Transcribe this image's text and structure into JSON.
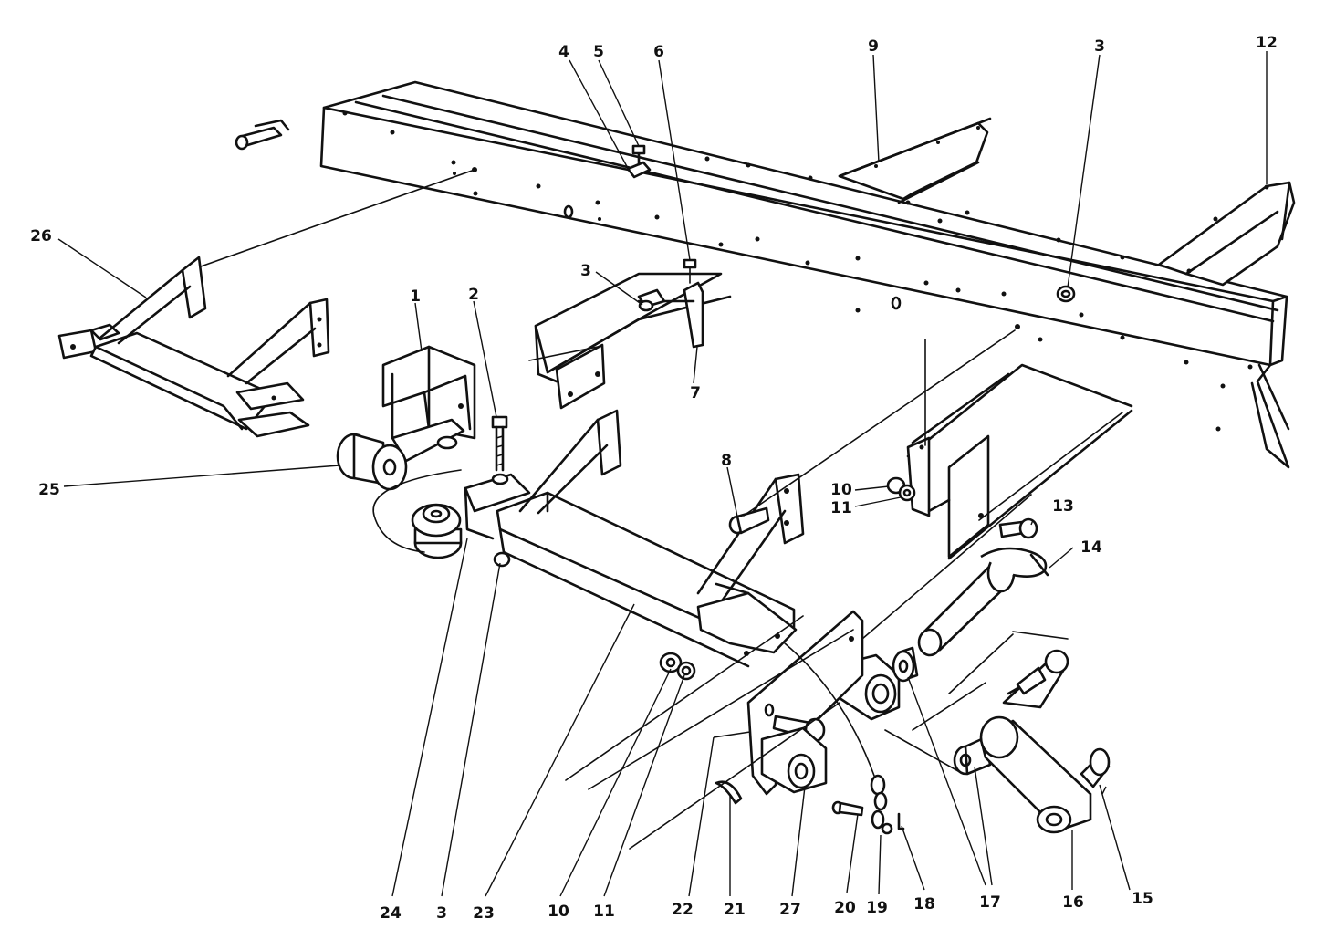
{
  "callouts": {
    "c1": "1",
    "c2": "2",
    "c3a": "3",
    "c3b": "3",
    "c3c": "3",
    "c4": "4",
    "c5": "5",
    "c6": "6",
    "c7": "7",
    "c8": "8",
    "c9": "9",
    "c10a": "10",
    "c10b": "10",
    "c11a": "11",
    "c11b": "11",
    "c12": "12",
    "c13": "13",
    "c14": "14",
    "c15": "15",
    "c16": "16",
    "c17": "17",
    "c18": "18",
    "c19": "19",
    "c20": "20",
    "c21": "21",
    "c22": "22",
    "c23": "23",
    "c24": "24",
    "c25": "25",
    "c26": "26",
    "c27": "27"
  }
}
